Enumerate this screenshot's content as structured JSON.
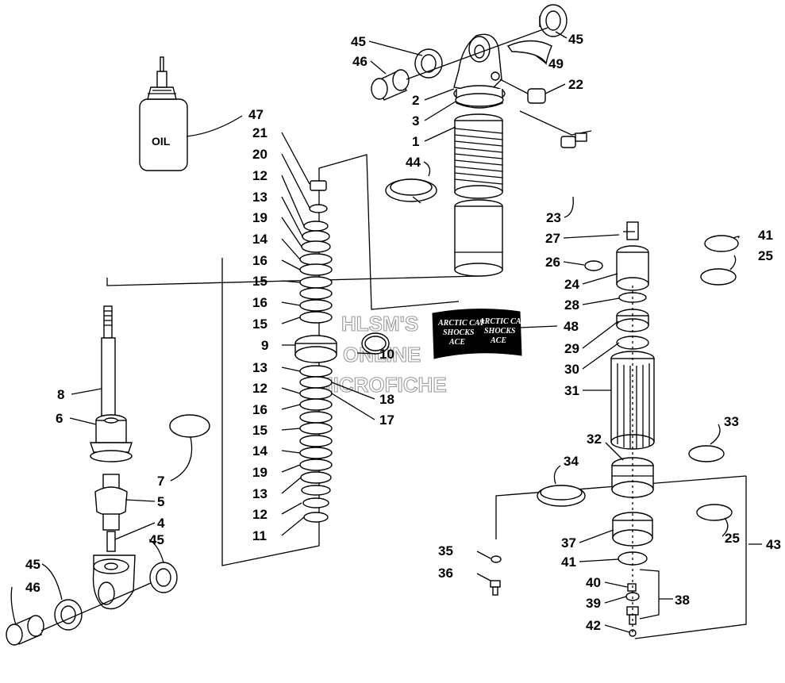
{
  "oil_bottle_text": "OIL",
  "decal": {
    "left_line1": "ARCTIC CAT",
    "left_line2": "SHOCKS",
    "left_line3": "ACE",
    "right_line1": "ARCTIC CAT",
    "right_line2": "SHOCKS",
    "right_line3": "ACE"
  },
  "watermark": [
    "HLSM'S",
    "ONLINE",
    "MICROFICHE"
  ],
  "callouts": {
    "c45a": "45",
    "c45b": "45",
    "c46a": "46",
    "c49": "49",
    "c2": "2",
    "c22": "22",
    "c3": "3",
    "c1": "1",
    "c44": "44",
    "c23": "23",
    "c41a": "41",
    "c27": "27",
    "c26": "26",
    "c25a": "25",
    "c24": "24",
    "c28": "28",
    "c48": "48",
    "c29": "29",
    "c30": "30",
    "c31": "31",
    "c33": "33",
    "c32": "32",
    "c34": "34",
    "c37": "37",
    "c25b": "25",
    "c43": "43",
    "c35": "35",
    "c41b": "41",
    "c36": "36",
    "c40": "40",
    "c38": "38",
    "c39": "39",
    "c42": "42",
    "c47": "47",
    "c21": "21",
    "c20": "20",
    "c12a": "12",
    "c13a": "13",
    "c19a": "19",
    "c14a": "14",
    "c16a": "16",
    "c15a": "15",
    "c16b": "16",
    "c15b": "15",
    "c9": "9",
    "c10": "10",
    "c13b": "13",
    "c18": "18",
    "c12b": "12",
    "c17": "17",
    "c16c": "16",
    "c15c": "15",
    "c14b": "14",
    "c19b": "19",
    "c13c": "13",
    "c12c": "12",
    "c11": "11",
    "c8": "8",
    "c6": "6",
    "c7": "7",
    "c5": "5",
    "c4": "4",
    "c45c": "45",
    "c45d": "45",
    "c46b": "46"
  }
}
